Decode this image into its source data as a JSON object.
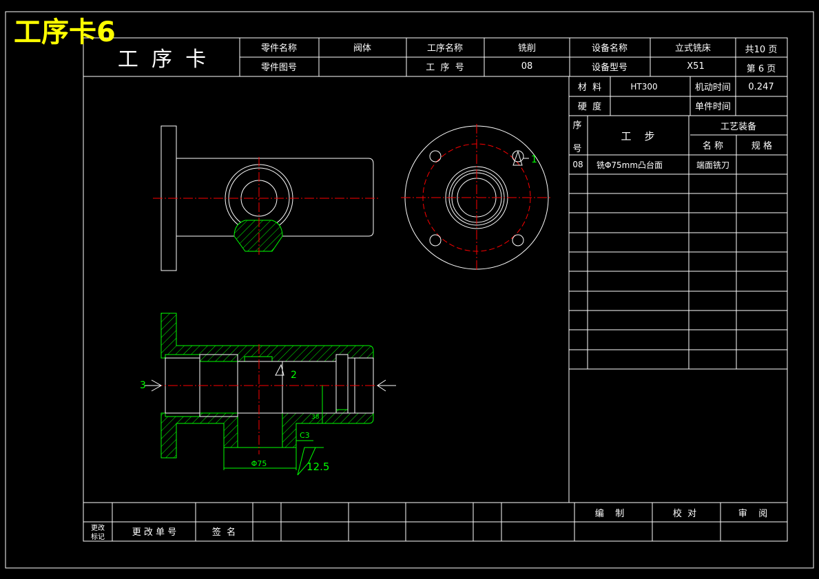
{
  "overlay_title": "工序卡6",
  "header": {
    "card_title": "工  序  卡",
    "part_name_label": "零件名称",
    "part_name": "阀体",
    "part_no_label": "零件图号",
    "part_no": "",
    "op_name_label": "工序名称",
    "op_name": "铣削",
    "op_no_label": "工  序  号",
    "op_no": "08",
    "equip_name_label": "设备名称",
    "equip_name": "立式铣床",
    "equip_model_label": "设备型号",
    "equip_model": "X51",
    "total_pages": "共10 页",
    "page_no": "第 6 页"
  },
  "info": {
    "material_label": "材  料",
    "material": "HT300",
    "machine_time_label": "机动时间",
    "machine_time": "0.247",
    "hardness_label": "硬  度",
    "hardness": "",
    "unit_time_label": "单件时间",
    "unit_time": ""
  },
  "steps_table": {
    "seq_label_top": "序",
    "seq_label_bottom": "号",
    "step_label": "工    步",
    "equip_label": "工艺装备",
    "name_label": "名 称",
    "spec_label": "规 格",
    "rows": [
      {
        "seq": "08",
        "step": "铣Φ75mm凸台面",
        "name": "端面铣刀",
        "spec": ""
      }
    ]
  },
  "drawing": {
    "label_1": "1",
    "label_2": "2",
    "label_3": "3",
    "dim_dia": "Φ75",
    "dim_chamfer": "C3",
    "dim_roughness": "12.5",
    "dim_height": "38"
  },
  "footer": {
    "change_mark_label": "更改\n标记",
    "change_no_label": "更 改 单 号",
    "sign_label": "签  名",
    "prepared_label": "编    制",
    "checked_label": "校  对",
    "approved_label": "审    阅"
  }
}
